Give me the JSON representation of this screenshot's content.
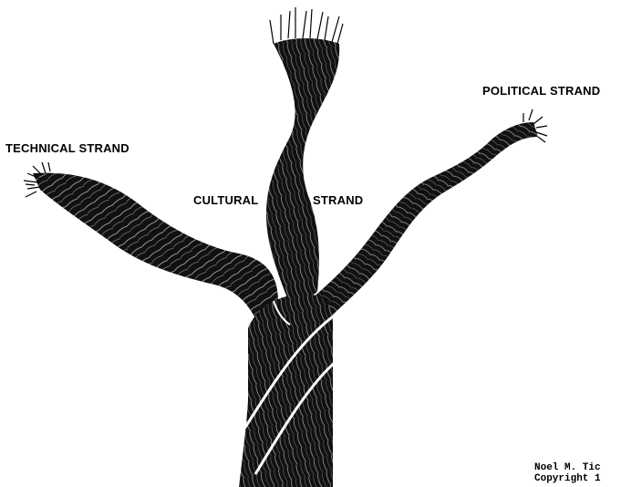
{
  "labels": {
    "technical": "TECHNICAL STRAND",
    "cultural": "CULTURAL",
    "strand": "STRAND",
    "political": "POLITICAL STRAND"
  },
  "credit": {
    "author": "Noel M. Tic",
    "copyright": "Copyright 1"
  },
  "colors": {
    "ink": "#000000",
    "paper": "#ffffff"
  }
}
